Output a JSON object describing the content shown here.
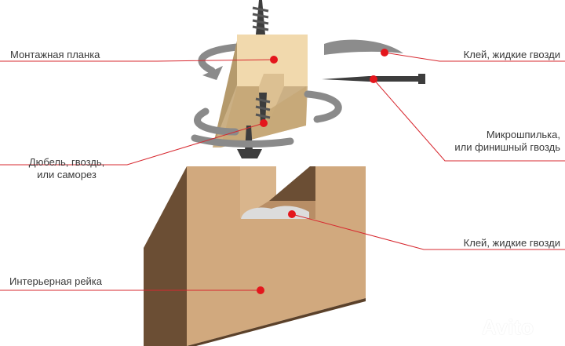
{
  "labels": {
    "mounting_strip": "Монтажная планка",
    "glue_top": "Клей, жидкие гвозди",
    "micro_pin_line1": "Микрошпилька,",
    "micro_pin_line2": "или финишный гвоздь",
    "dowel_line1": "Дюбель, гвоздь,",
    "dowel_line2": "или саморез",
    "glue_bottom": "Клей, жидкие гвозди",
    "interior_slat": "Интерьерная рейка"
  },
  "watermark": "Avito",
  "colors": {
    "wood_front": "#d1a97e",
    "wood_side": "#6b4e34",
    "wood_top": "#9a7350",
    "strip_light": "#f1d9ad",
    "strip_side": "#b59a6c",
    "leader_line": "#d7282f",
    "marker_dot": "#e4161c",
    "metal": "#3d3d3d",
    "arrow_gray": "#8a8a8a",
    "glue": "#dcdcdc",
    "text": "#3a3a3a"
  }
}
